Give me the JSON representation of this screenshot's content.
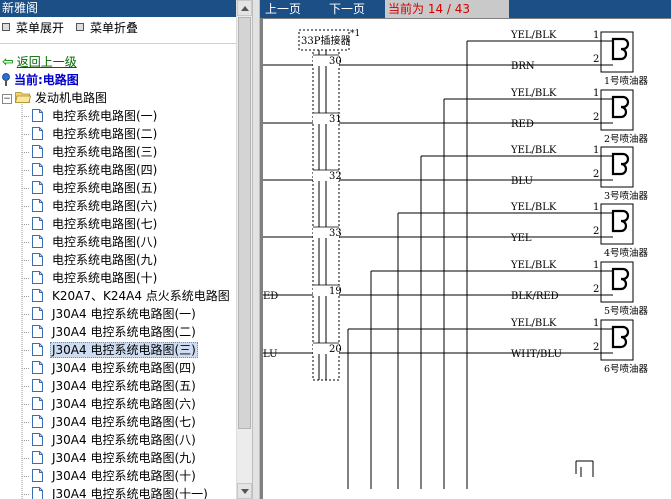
{
  "window_title": "新雅阁",
  "menu": {
    "expand": "菜单展开",
    "collapse": "菜单折叠"
  },
  "back_link": "返回上一级",
  "current_label": "当前:电路图",
  "root_node": "发动机电路图",
  "tree_items": [
    "电控系统电路图(一)",
    "电控系统电路图(二)",
    "电控系统电路图(三)",
    "电控系统电路图(四)",
    "电控系统电路图(五)",
    "电控系统电路图(六)",
    "电控系统电路图(七)",
    "电控系统电路图(八)",
    "电控系统电路图(九)",
    "电控系统电路图(十)",
    "K20A7、K24A4 点火系统电路图",
    "J30A4 电控系统电路图(一)",
    "J30A4 电控系统电路图(二)",
    "J30A4 电控系统电路图(三)",
    "J30A4 电控系统电路图(四)",
    "J30A4 电控系统电路图(五)",
    "J30A4 电控系统电路图(六)",
    "J30A4 电控系统电路图(七)",
    "J30A4 电控系统电路图(八)",
    "J30A4 电控系统电路图(九)",
    "J30A4 电控系统电路图(十)",
    "J30A4 电控系统电路图(十一)"
  ],
  "selected_index": 13,
  "toolbar": {
    "prev": "上一页",
    "next": "下一页",
    "page_status": "当前为  14 / 43"
  },
  "diagram": {
    "connector_label": "33P插接器",
    "connector_note": "*1",
    "pins": [
      "30",
      "31",
      "32",
      "33",
      "19",
      "20"
    ],
    "left_edge_labels": [
      "",
      "",
      "",
      "",
      "ED",
      "LU"
    ],
    "common_wire": "YEL/BLK",
    "signal_wires": [
      "BRN",
      "RED",
      "BLU",
      "YEL",
      "BLK/RED",
      "WHT/BLU"
    ],
    "terminal_1": "1",
    "terminal_2": "2",
    "injectors": [
      "1号喷油器",
      "2号喷油器",
      "3号喷油器",
      "4号喷油器",
      "5号喷油器",
      "6号喷油器"
    ]
  },
  "colors": {
    "title_bar": "#1b4f86",
    "page_status_text": "#d40000",
    "back_link": "#006600",
    "current_label": "#0000cc"
  }
}
